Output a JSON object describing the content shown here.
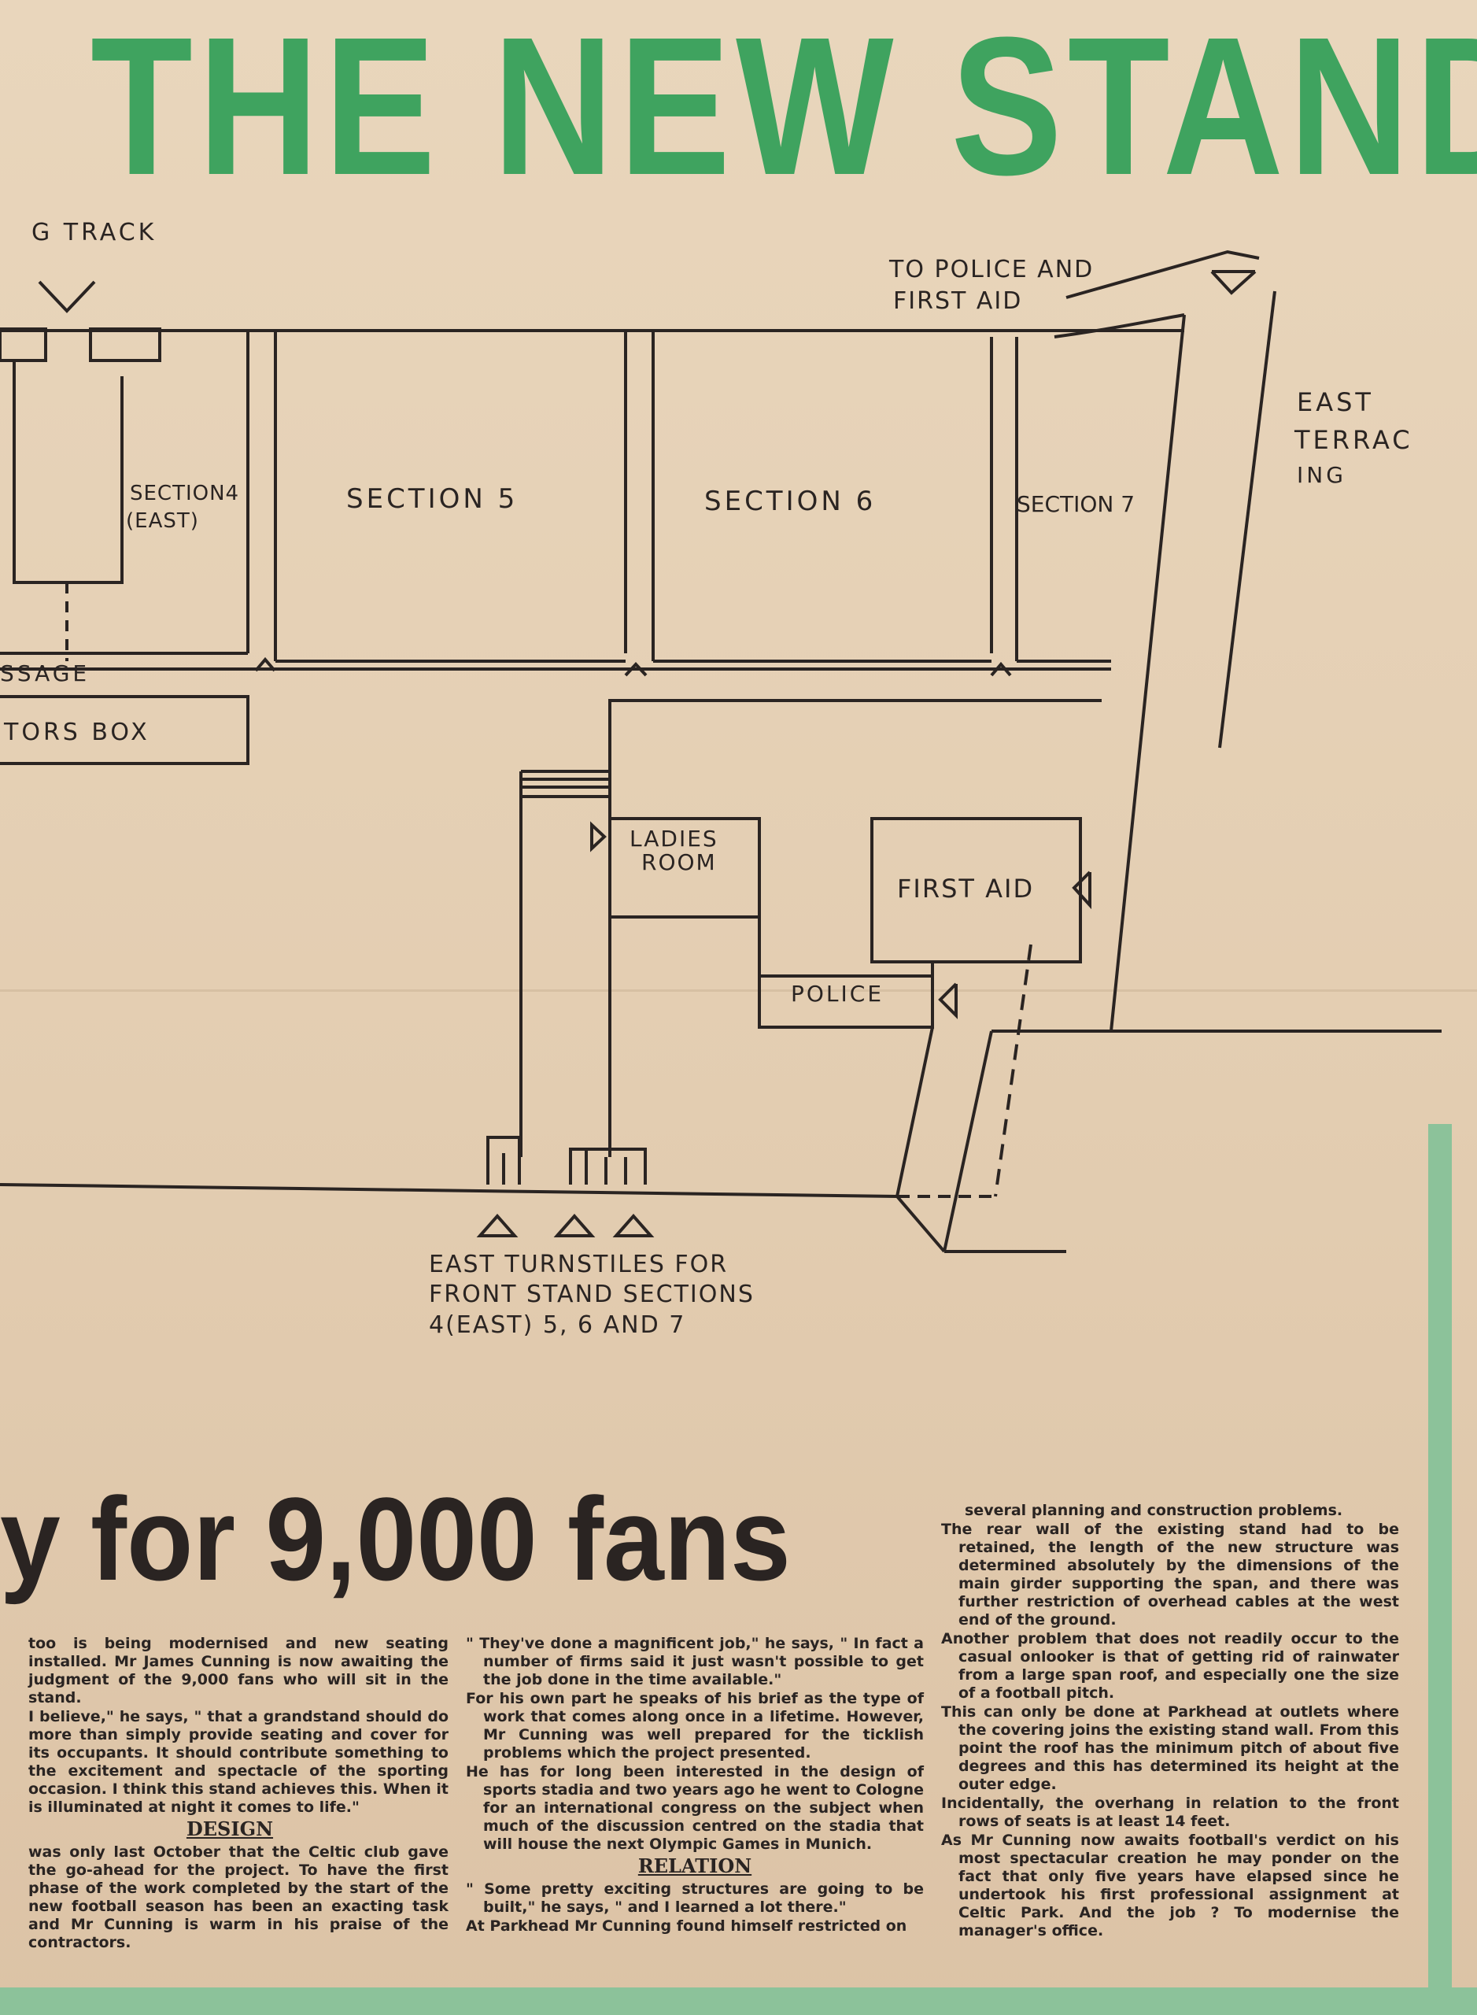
{
  "headline": "THE NEW STAND",
  "plan": {
    "top_track_label": "G TRACK",
    "police_first_aid": [
      "TO POLICE AND",
      "FIRST AID"
    ],
    "east_terracing": [
      "EAST",
      "TERRAC",
      "ING"
    ],
    "sections": {
      "s4": [
        "SECTION4",
        "(EAST)"
      ],
      "s5": "SECTION 5",
      "s6": "SECTION 6",
      "s7": "SECTION 7"
    },
    "passage": "SSAGE",
    "directors_box": "TORS BOX",
    "ladies_room": [
      "LADIES",
      "ROOM"
    ],
    "first_aid": "FIRST AID",
    "police": "POLICE",
    "turnstiles": [
      "EAST TURNSTILES FOR",
      "FRONT STAND SECTIONS",
      "4(EAST) 5, 6 AND 7"
    ]
  },
  "article": {
    "title": "y for 9,000 fans",
    "col1": {
      "p1": "too is being modernised and new seating installed. Mr James Cunning is now awaiting the judgment of the 9,000 fans who will sit in the stand.",
      "p2": "I believe,\" he says, \" that a grandstand should do more than simply provide seating and cover for its occupants. It should contribute something to the excitement and spectacle of the sporting occasion. I think this stand achieves this. When it is illuminated at night it comes to life.\"",
      "h_design": "DESIGN",
      "p3": "was only last October that the Celtic club gave the go-ahead for the project. To have the first phase of the work completed by the start of the new football season has been an exacting task and Mr Cunning is warm in his praise of the contractors."
    },
    "col2": {
      "p1": "\" They've done a magnificent job,\" he says, \" In fact a number of firms said it just wasn't possible to get the job done in the time available.\"",
      "p2": "For his own part he speaks of his brief as the type of work that comes along once in a lifetime. However, Mr Cunning was well prepared for the ticklish problems which the project presented.",
      "p3": "He has for long been interested in the design of sports stadia and two years ago he went to Cologne for an international congress on the subject when much of the discussion centred on the stadia that will house the next Olympic Games in Munich.",
      "h_relation": "RELATION",
      "p4": "\" Some pretty exciting structures are going to be built,\" he says, \" and I learned a lot there.\"",
      "p5": "At Parkhead Mr Cunning found himself restricted on"
    },
    "col3": {
      "p0": "several planning and construction problems.",
      "p1": "The rear wall of the existing stand had to be retained, the length of the new structure was determined absolutely by the dimensions of the main girder supporting the span, and there was further restriction of overhead cables at the west end of the ground.",
      "p2": "Another problem that does not readily occur to the casual onlooker is that of getting rid of rainwater from a large span roof, and especially one the size of a football pitch.",
      "p3": "This can only be done at Parkhead at outlets where the covering joins the existing stand wall. From this point the roof has the minimum pitch of about five degrees and this has determined its height at the outer edge.",
      "p4": "Incidentally, the overhang in relation to the front rows of seats is at least 14 feet.",
      "p5": "As Mr Cunning now awaits football's verdict on his most spectacular creation he may ponder on the fact that only five years have elapsed since he undertook his first professional assignment at Celtic Park. And the job ? To modernise the manager's office."
    }
  },
  "colors": {
    "headline_green": "#3fa35f",
    "paper": "#e6d2b8",
    "ink": "#2a2422",
    "border_green": "#8cc29a"
  }
}
